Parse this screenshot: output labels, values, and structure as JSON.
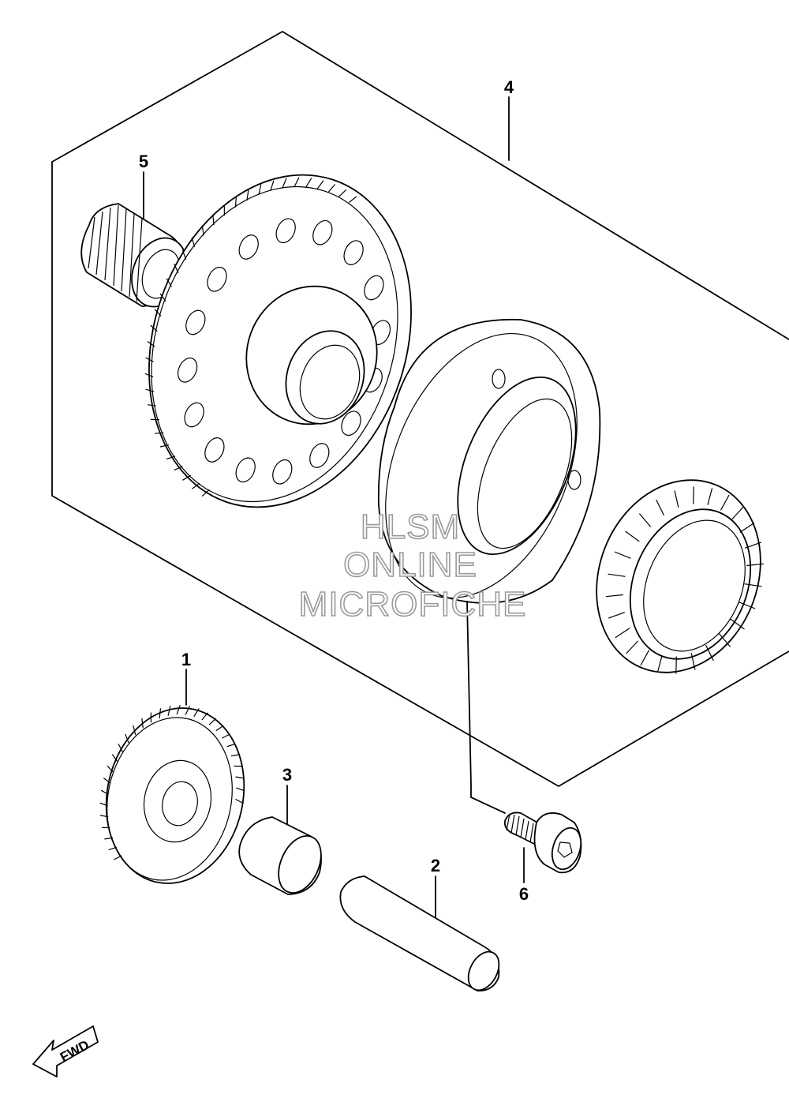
{
  "callouts": [
    {
      "id": "1",
      "label": "1"
    },
    {
      "id": "2",
      "label": "2"
    },
    {
      "id": "3",
      "label": "3"
    },
    {
      "id": "4",
      "label": "4"
    },
    {
      "id": "5",
      "label": "5"
    },
    {
      "id": "6",
      "label": "6"
    }
  ],
  "watermark": {
    "line1": "HLSM",
    "line2": "ONLINE",
    "line3": "MICROFICHE"
  },
  "fwd_label": "FWD"
}
